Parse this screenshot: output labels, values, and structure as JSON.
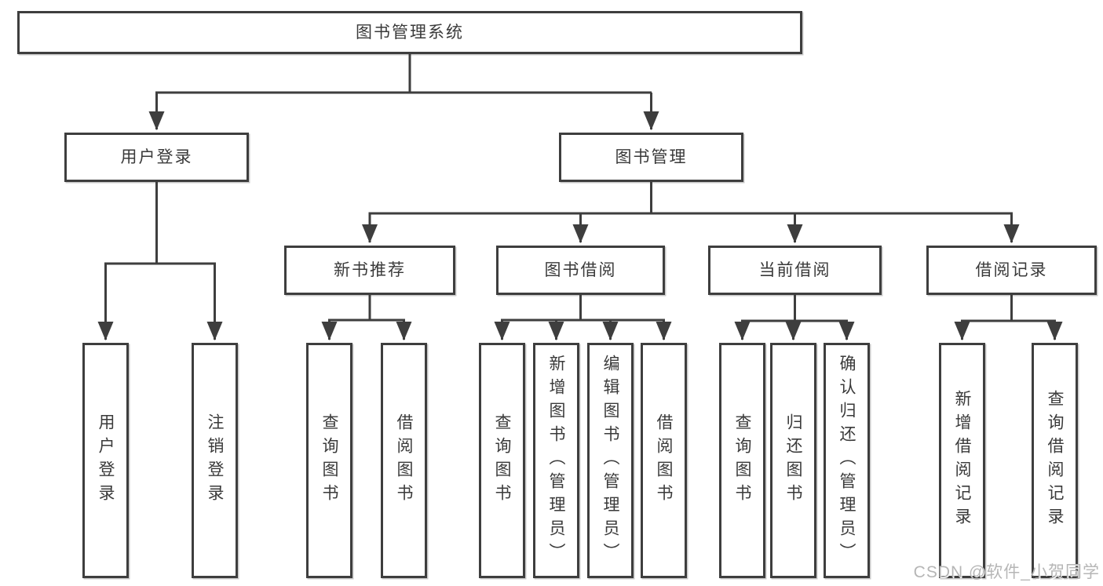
{
  "diagram": {
    "root": "图书管理系统",
    "children": [
      {
        "label": "用户登录",
        "children": [
          {
            "label": "用户登录"
          },
          {
            "label": "注销登录"
          }
        ]
      },
      {
        "label": "图书管理",
        "children": [
          {
            "label": "新书推荐",
            "children": [
              {
                "label": "查询图书"
              },
              {
                "label": "借阅图书"
              }
            ]
          },
          {
            "label": "图书借阅",
            "children": [
              {
                "label": "查询图书"
              },
              {
                "label": "新增图书（管理员）"
              },
              {
                "label": "编辑图书（管理员）"
              },
              {
                "label": "借阅图书"
              }
            ]
          },
          {
            "label": "当前借阅",
            "children": [
              {
                "label": "查询图书"
              },
              {
                "label": "归还图书"
              },
              {
                "label": "确认归还（管理员）"
              }
            ]
          },
          {
            "label": "借阅记录",
            "children": [
              {
                "label": "新增借阅记录"
              },
              {
                "label": "查询借阅记录"
              }
            ]
          }
        ]
      }
    ]
  },
  "watermark": {
    "text": "CSDN @软件_小贺同学"
  },
  "colors": {
    "line": "#3e3e3e",
    "text": "#3a3a3a",
    "watermark": "#b6b6b6",
    "background": "#ffffff"
  }
}
